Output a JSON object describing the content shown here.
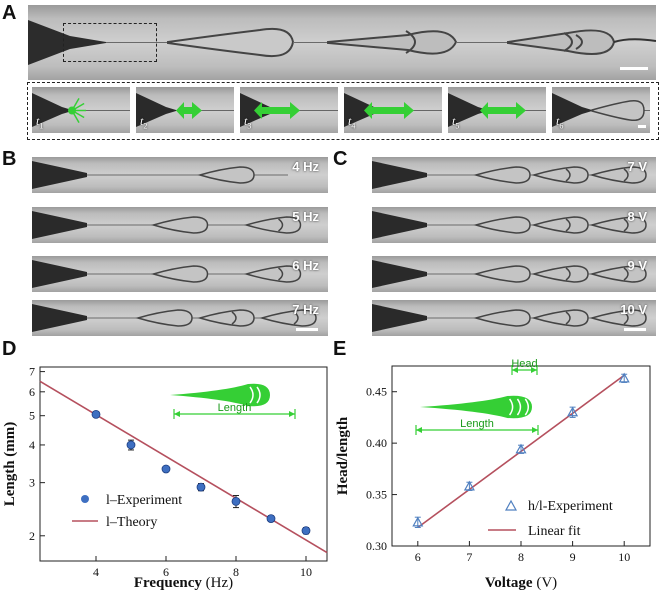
{
  "panels": {
    "A": "A",
    "B": "B",
    "C": "C",
    "D": "D",
    "E": "E"
  },
  "t_labels": [
    "1",
    "2",
    "3",
    "4",
    "5",
    "6"
  ],
  "b_tags": [
    "4 Hz",
    "5 Hz",
    "6 Hz",
    "7 Hz"
  ],
  "c_tags": [
    "7 V",
    "8 V",
    "9 V",
    "10 V"
  ],
  "colors": {
    "marker": "#3e6fc1",
    "line": "#b5505e",
    "arrow": "#35cf35",
    "triangle": "#5080c0"
  },
  "chart_data": [
    {
      "type": "scatter",
      "xlabel": "Frequency",
      "xunit": "(Hz)",
      "ylabel": "Length (mm)",
      "yscale": "log",
      "xlim": [
        2.4,
        10.6
      ],
      "ylim": [
        1.65,
        7.25
      ],
      "xticks": [
        4,
        6,
        8,
        10
      ],
      "yticks": [
        2,
        3,
        4,
        5,
        6,
        7
      ],
      "legend_position": "bottom-left",
      "annotation": "Length",
      "series": [
        {
          "name": "l–Experiment",
          "x": [
            4,
            5,
            6,
            7,
            8,
            9,
            10
          ],
          "y": [
            5.05,
            4.0,
            3.33,
            2.9,
            2.6,
            2.28,
            2.08
          ],
          "err": [
            0.08,
            0.15,
            0.05,
            0.08,
            0.12,
            0.05,
            0.05
          ]
        },
        {
          "name": "l–Theory",
          "x": [
            2.4,
            10.6
          ],
          "y": [
            6.5,
            1.76
          ]
        }
      ]
    },
    {
      "type": "scatter",
      "xlabel": "Voltage",
      "xunit": "(V)",
      "ylabel": "Head/length",
      "xlim": [
        5.5,
        10.5
      ],
      "ylim": [
        0.3,
        0.475
      ],
      "xticks": [
        6,
        7,
        8,
        9,
        10
      ],
      "yticks": [
        0.3,
        0.35,
        0.4,
        0.45
      ],
      "legend_position": "bottom-right",
      "annotations": [
        "Head",
        "Length"
      ],
      "series": [
        {
          "name": "h/l-Experiment",
          "x": [
            6,
            7,
            8,
            9,
            10
          ],
          "y": [
            0.323,
            0.358,
            0.394,
            0.43,
            0.463
          ],
          "err": [
            0.005,
            0.004,
            0.004,
            0.005,
            0.004
          ]
        },
        {
          "name": "Linear fit",
          "x": [
            6,
            10
          ],
          "y": [
            0.318,
            0.466
          ]
        }
      ]
    }
  ]
}
